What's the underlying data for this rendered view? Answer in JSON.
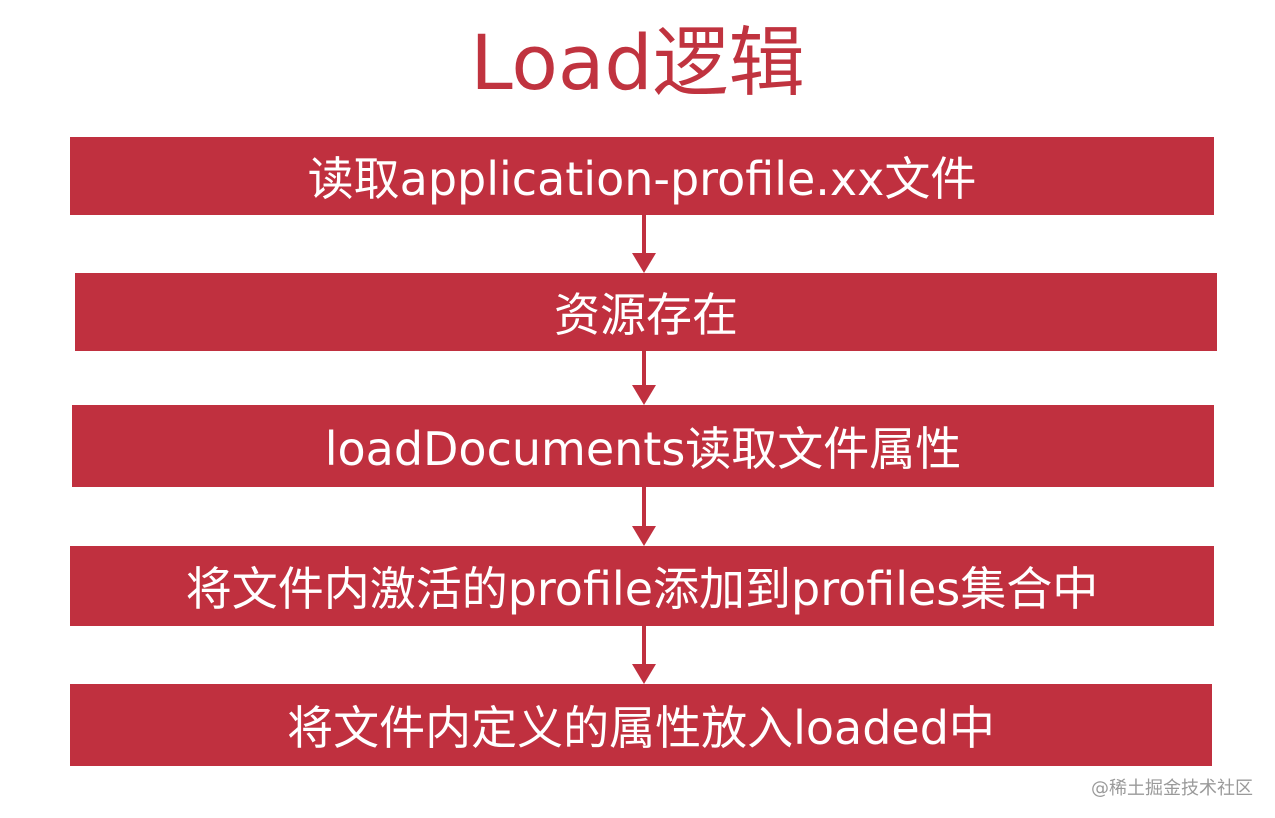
{
  "title": "Load逻辑",
  "steps": [
    "读取application-profile.xx文件",
    "资源存在",
    "loadDocuments读取文件属性",
    "将文件内激活的profile添加到profiles集合中",
    "将文件内定义的属性放入loaded中"
  ],
  "watermark": "@稀土掘金技术社区",
  "colors": {
    "box": "#c0303f",
    "title": "#c0333f",
    "box_text": "#ffffff",
    "arrow": "#c0303f"
  }
}
